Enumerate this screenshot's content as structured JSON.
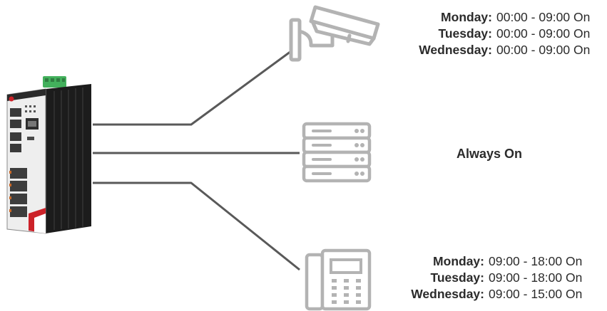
{
  "camera": {
    "icon": "cctv-camera-icon",
    "schedule": [
      {
        "day": "Monday:",
        "time": "00:00 - 09:00 On"
      },
      {
        "day": "Tuesday:",
        "time": "00:00 - 09:00 On"
      },
      {
        "day": "Wednesday:",
        "time": "00:00 - 09:00 On"
      }
    ]
  },
  "server": {
    "icon": "server-icon",
    "status": "Always On"
  },
  "phone": {
    "icon": "ip-phone-icon",
    "schedule": [
      {
        "day": "Monday:",
        "time": "09:00 - 18:00 On"
      },
      {
        "day": "Tuesday:",
        "time": "09:00 - 18:00 On"
      },
      {
        "day": "Wednesday:",
        "time": "09:00 - 15:00 On"
      }
    ]
  },
  "switch": {
    "icon": "industrial-poe-switch-icon"
  },
  "colors": {
    "line": "#595959",
    "icon": "#b3b3b3",
    "text": "#2b2b2b",
    "switch_body": "#1c1c1c",
    "terminal": "#43b05c",
    "brand_red": "#cc2229"
  }
}
